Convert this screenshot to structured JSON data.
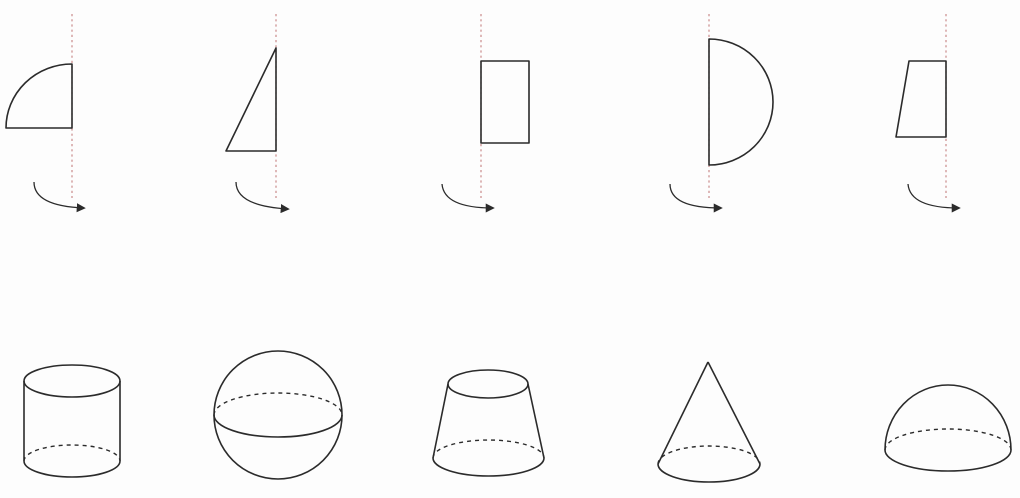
{
  "diagram": {
    "rows": [
      {
        "role": "plane-figures-rotating-about-dashed-axis",
        "items": [
          {
            "shape": "quarter-disk",
            "axis": "right-edge",
            "rotation_arrow": "curved-arrow-icon"
          },
          {
            "shape": "right-triangle",
            "axis": "vertical-leg",
            "rotation_arrow": "curved-arrow-icon"
          },
          {
            "shape": "rectangle",
            "axis": "left-edge",
            "rotation_arrow": "curved-arrow-icon"
          },
          {
            "shape": "semicircle",
            "axis": "diameter",
            "rotation_arrow": "curved-arrow-icon"
          },
          {
            "shape": "right-trapezoid",
            "axis": "right-edge",
            "rotation_arrow": "curved-arrow-icon"
          }
        ]
      },
      {
        "role": "solids-of-revolution",
        "items": [
          {
            "shape": "cylinder"
          },
          {
            "shape": "sphere"
          },
          {
            "shape": "frustum"
          },
          {
            "shape": "cone"
          },
          {
            "shape": "hemisphere"
          }
        ]
      }
    ],
    "colors": {
      "line": "#2b2b2b",
      "axis": "#c98a8a",
      "background": "#fdfdfd"
    }
  }
}
